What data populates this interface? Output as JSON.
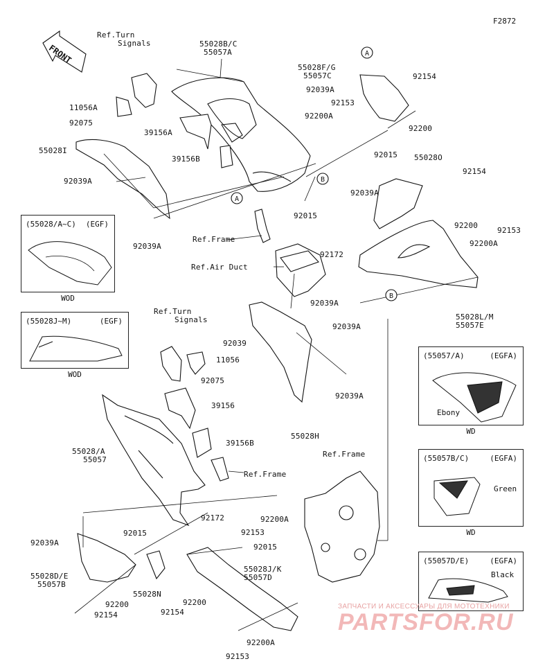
{
  "figure_id": "F2872",
  "front_arrow": "FRONT",
  "callouts": {
    "a": "A",
    "b": "B"
  },
  "labels": {
    "ref_turn_signals_top": [
      "Ref.Turn",
      "Signals"
    ],
    "p55028b": [
      "55028B/C",
      "55057A"
    ],
    "p55028f": [
      "55028F/G",
      "55057C"
    ],
    "p92154_a": "92154",
    "p92039a_1": "92039A",
    "p92153_a": "92153",
    "p92200a_1": "92200A",
    "p92200_a": "92200",
    "p11056a": "11056A",
    "p92075_a": "92075",
    "p39156a": "39156A",
    "p39156b_a": "39156B",
    "p55028i": "55028I",
    "p92039a_2": "92039A",
    "p92015_a": "92015",
    "p92015_b": "92015",
    "p55028o": "55028O",
    "p92154_b": "92154",
    "p92039a_3": "92039A",
    "p92200_b": "92200",
    "p92153_b": "92153",
    "p92200a_2": "92200A",
    "p92039a_4": "92039A",
    "ref_frame_1": "Ref.Frame",
    "ref_air_duct": "Ref.Air Duct",
    "p92172_a": "92172",
    "p92039a_5": "92039A",
    "p55028l": [
      "55028L/M",
      "55057E"
    ],
    "ref_turn_signals_mid": [
      "Ref.Turn",
      "Signals"
    ],
    "p92039_c": "92039",
    "p92039a_6": "92039A",
    "p11056": "11056",
    "p92075_b": "92075",
    "p39156": "39156",
    "p39156b_b": "39156B",
    "p92039a_7": "92039A",
    "p55028h": "55028H",
    "p55028a": [
      "55028/A",
      "55057"
    ],
    "ref_frame_2": "Ref.Frame",
    "ref_frame_3": "Ref.Frame",
    "p92172_b": "92172",
    "p92200a_3": "92200A",
    "p92153_c": "92153",
    "p92039a_8": "92039A",
    "p92015_c": "92015",
    "p92015_d": "92015",
    "p55028d": [
      "55028D/E",
      "55057B"
    ],
    "p55028n": "55028N",
    "p55028j": [
      "55028J/K",
      "55057D"
    ],
    "p92200_c": "92200",
    "p92154_c": "92154",
    "p92200_d": "92200",
    "p92154_d": "92154",
    "p92200a_4": "92200A",
    "p92153_d": "92153"
  },
  "insets": [
    {
      "code": "(55028/A~C)",
      "region": "(EGF)",
      "caption": "WOD",
      "note": ""
    },
    {
      "code": "(55028J~M)",
      "region": "(EGF)",
      "caption": "WOD",
      "note": ""
    },
    {
      "code": "(55057/A)",
      "region": "(EGFA)",
      "caption": "WD",
      "note": "Ebony"
    },
    {
      "code": "(55057B/C)",
      "region": "(EGFA)",
      "caption": "WD",
      "note": "Green"
    },
    {
      "code": "(55057D/E)",
      "region": "(EGFA)",
      "caption": "WD",
      "note": "Black"
    }
  ],
  "watermark": {
    "line1": "ЗАПЧАСТИ И АКСЕССУАРЫ ДЛЯ МОТОТЕХНИКИ",
    "line2": "PARTSFOR.RU"
  },
  "colors": {
    "ink": "#111111",
    "watermark": "#f2b8b8"
  }
}
